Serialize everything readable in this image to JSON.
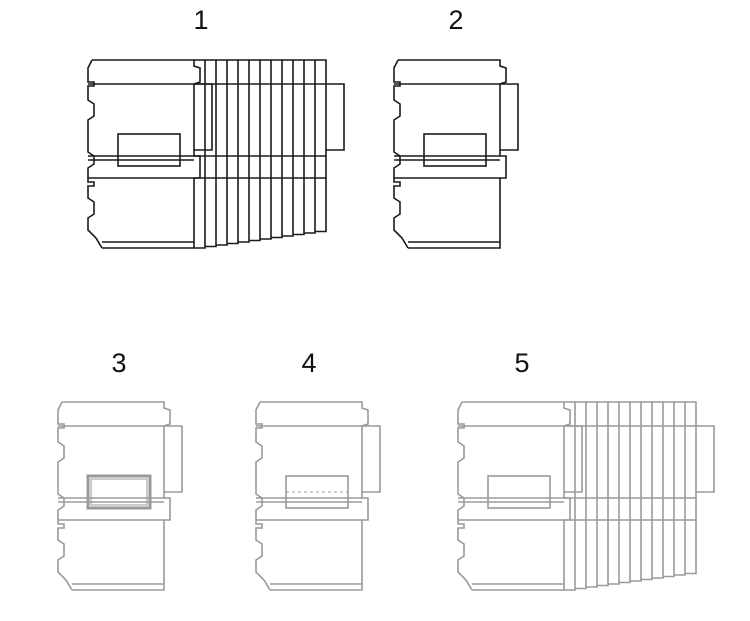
{
  "figure": {
    "labels": [
      "1",
      "2",
      "3",
      "4",
      "5"
    ]
  },
  "colors": {
    "dark_stroke": "#1a1a1a",
    "light_stroke": "#9a9a9a",
    "background": "#ffffff"
  }
}
